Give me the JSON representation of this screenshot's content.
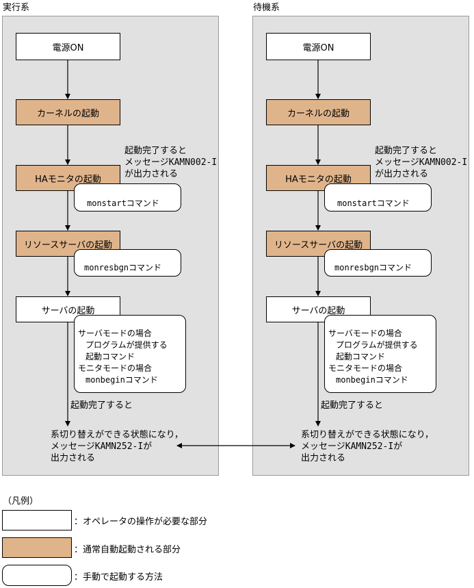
{
  "left": {
    "title": "実行系",
    "power_on": "電源ON",
    "kernel": "カーネルの起動",
    "note_kamn002": [
      "起動完了すると",
      "メッセージKAMN002-I",
      "が出力される"
    ],
    "ha_monitor": "HAモニタの起動",
    "monstart": "monstartコマンド",
    "resource_server": "リソースサーバの起動",
    "monresbgn": "monresbgnコマンド",
    "server": "サーバの起動",
    "server_cmd": [
      "サーバモードの場合",
      "プログラムが提供する",
      "起動コマンド",
      "モニタモードの場合",
      "monbeginコマンド"
    ],
    "note_done": "起動完了すると",
    "final": [
      "系切り替えができる状態になり，",
      "メッセージKAMN252-Iが",
      "出力される"
    ]
  },
  "right": {
    "title": "待機系",
    "power_on": "電源ON",
    "kernel": "カーネルの起動",
    "note_kamn002": [
      "起動完了すると",
      "メッセージKAMN002-I",
      "が出力される"
    ],
    "ha_monitor": "HAモニタの起動",
    "monstart": "monstartコマンド",
    "resource_server": "リソースサーバの起動",
    "monresbgn": "monresbgnコマンド",
    "server": "サーバの起動",
    "server_cmd": [
      "サーバモードの場合",
      "プログラムが提供する",
      "起動コマンド",
      "モニタモードの場合",
      "monbeginコマンド"
    ],
    "note_done": "起動完了すると",
    "final": [
      "系切り替えができる状態になり，",
      "メッセージKAMN252-Iが",
      "出力される"
    ]
  },
  "legend": {
    "title": "（凡例）",
    "manual_op": "：オペレータの操作が必要な部分",
    "auto_start": "：通常自動起動される部分",
    "manual_cmd": "：手動で起動する方法"
  },
  "colors": {
    "panel": "#e1e1e1",
    "auto_box": "#e0b48b",
    "manual_box": "#ffffff"
  }
}
